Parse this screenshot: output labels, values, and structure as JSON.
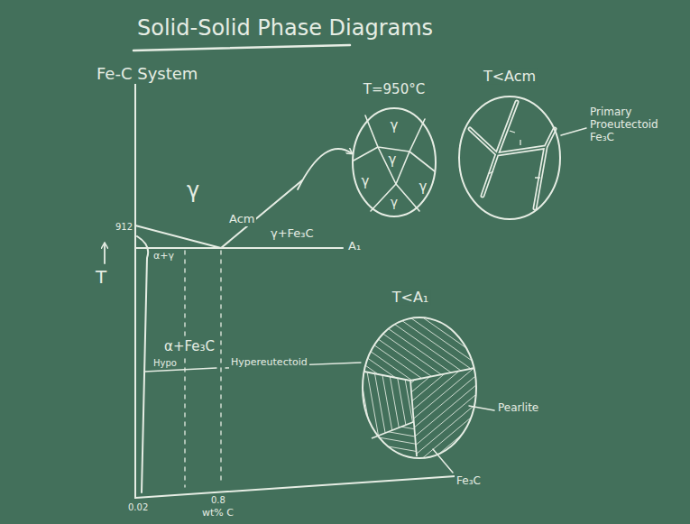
{
  "diagram": {
    "title": "Solid-Solid Phase Diagrams",
    "nodes": [
      {
        "text": [
          "T=950°C",
          "γ",
          "γ",
          "γ",
          "γ",
          "γ"
        ]
      },
      {
        "text": [
          "T<Acm"
        ]
      },
      {
        "text": [
          "T<A₁"
        ]
      }
    ],
    "labels": [
      "Fe-C System",
      "T",
      "γ",
      "912",
      "α+γ",
      "Acm",
      "γ+Fe₃C",
      "A₁",
      "α+Fe₃C",
      "Hypo",
      "Hypereutectoid",
      "0.02",
      "0.8",
      "wt% C",
      "Primary Proeutectoid Fe₃C",
      "Pearlite",
      "Fe₃C"
    ]
  }
}
